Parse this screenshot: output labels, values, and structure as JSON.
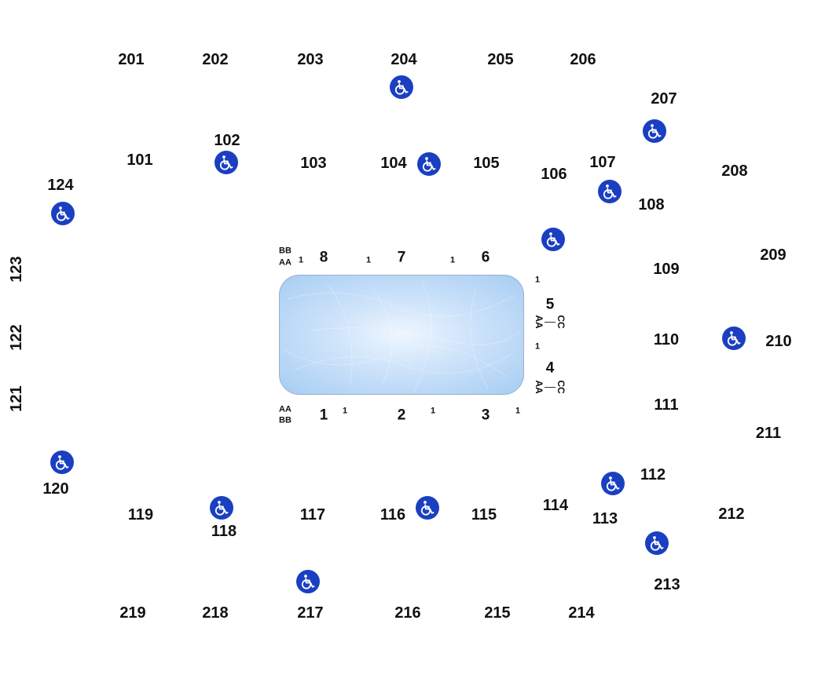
{
  "upper_sections": [
    "201",
    "202",
    "203",
    "204",
    "205",
    "206",
    "207",
    "208",
    "209",
    "210",
    "211",
    "212",
    "213",
    "214",
    "215",
    "216",
    "217",
    "218",
    "219"
  ],
  "lower_sections": [
    "101",
    "102",
    "103",
    "104",
    "105",
    "106",
    "107",
    "108",
    "109",
    "110",
    "111",
    "112",
    "113",
    "114",
    "115",
    "116",
    "117",
    "118",
    "119",
    "120",
    "121",
    "122",
    "123",
    "124"
  ],
  "floor_sections": [
    "1",
    "2",
    "3",
    "4",
    "5",
    "6",
    "7",
    "8"
  ],
  "row_labels": {
    "aa": "AA",
    "bb": "BB",
    "cc": "CC",
    "seat_one": "1"
  },
  "colors": {
    "accessible": "#1a3fc1",
    "ice": "#a6cdf3",
    "text": "#111111"
  },
  "icons": {
    "accessible": "wheelchair-icon"
  }
}
